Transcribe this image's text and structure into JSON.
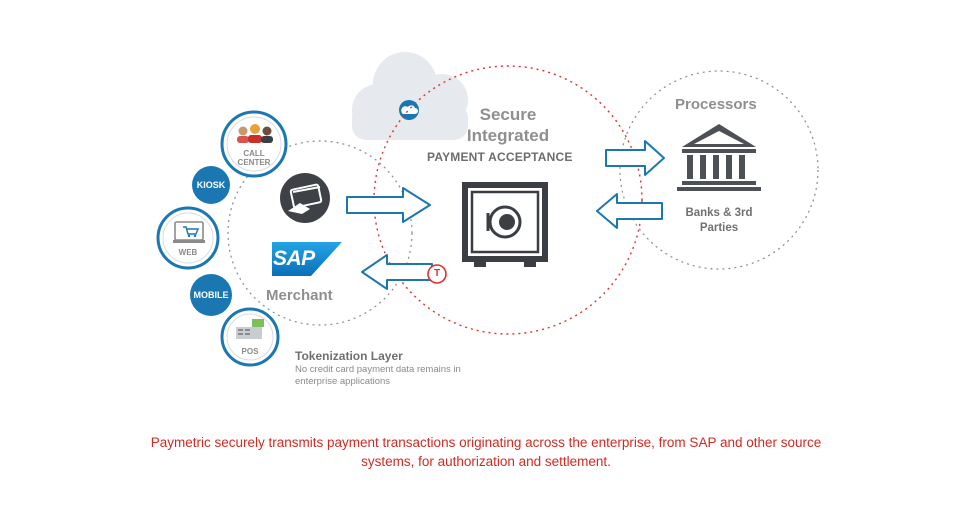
{
  "secure": {
    "title": "Secure Integrated",
    "subtitle": "PAYMENT ACCEPTANCE"
  },
  "processors": {
    "title": "Processors",
    "banks": "Banks & 3rd Parties"
  },
  "merchant": {
    "title": "Merchant",
    "sap_logo": "SAP"
  },
  "channels": {
    "call_center": "CALL CENTER",
    "kiosk": "KIOSK",
    "web": "WEB",
    "mobile": "MOBILE",
    "pos": "POS"
  },
  "token_badge": "T",
  "tokenization": {
    "title": "Tokenization Layer",
    "description": "No credit card payment data remains in enterprise applications"
  },
  "caption": "Paymetric securely transmits payment transactions originating across the enterprise, from SAP and other source systems, for authorization and settlement.",
  "colors": {
    "brand_blue": "#1b77b2",
    "accent_red": "#d12a22",
    "gray_text": "#8f8f8f",
    "cloud": "#e6eaee",
    "safe": "#3b3f44",
    "sap_blue": "#0a7cc7"
  }
}
